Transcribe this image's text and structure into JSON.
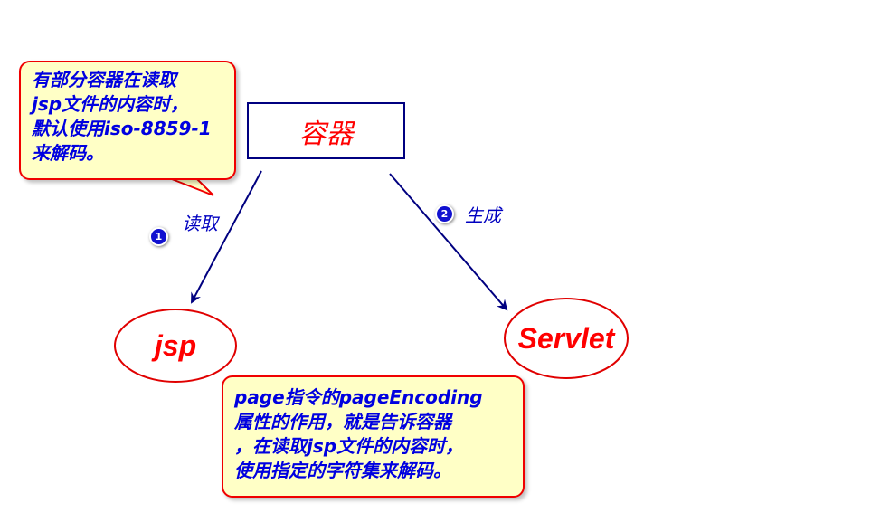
{
  "callout_top": {
    "lines": [
      "有部分容器在读取",
      "jsp文件的内容时，",
      "默认使用iso-8859-1",
      "来解码。"
    ]
  },
  "container_box": {
    "label": "容器"
  },
  "edges": [
    {
      "number": "1",
      "label": "读取"
    },
    {
      "number": "2",
      "label": "生成"
    }
  ],
  "nodes": {
    "jsp": "jsp",
    "servlet": "Servlet"
  },
  "callout_bottom": {
    "lines": [
      "page指令的pageEncoding",
      "属性的作用，就是告诉容器",
      "，在读取jsp文件的内容时，",
      "使用指定的字符集来解码。"
    ]
  },
  "colors": {
    "text": "#0000e0",
    "accent": "#ff0000",
    "line": "#000080",
    "callout_bg": "#ffffc6"
  }
}
